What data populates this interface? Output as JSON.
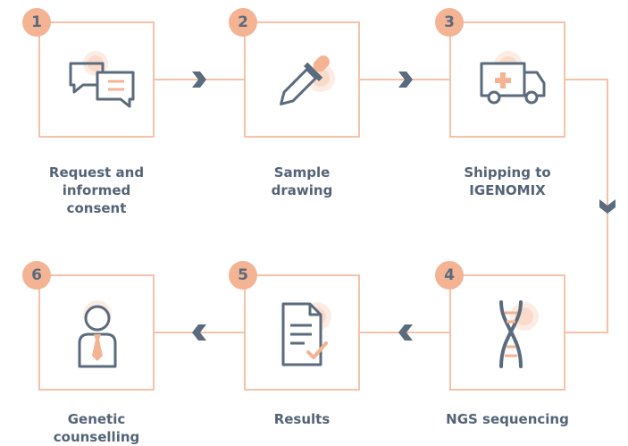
{
  "steps": [
    {
      "number": "1",
      "label": "Request and\ninformed\nconsent",
      "icon": "chat-bubbles-icon"
    },
    {
      "number": "2",
      "label": "Sample\ndrawing",
      "icon": "pipette-icon"
    },
    {
      "number": "3",
      "label": "Shipping to\nIGENOMIX",
      "icon": "ambulance-truck-icon"
    },
    {
      "number": "4",
      "label": "NGS sequencing",
      "icon": "dna-icon"
    },
    {
      "number": "5",
      "label": "Results",
      "icon": "report-document-icon"
    },
    {
      "number": "6",
      "label": "Genetic\ncounselling",
      "icon": "person-icon"
    }
  ],
  "colors": {
    "accent": "#f4b393",
    "box_border": "#f5c2a8",
    "text": "#536477",
    "icon": "#5a6b7d"
  }
}
